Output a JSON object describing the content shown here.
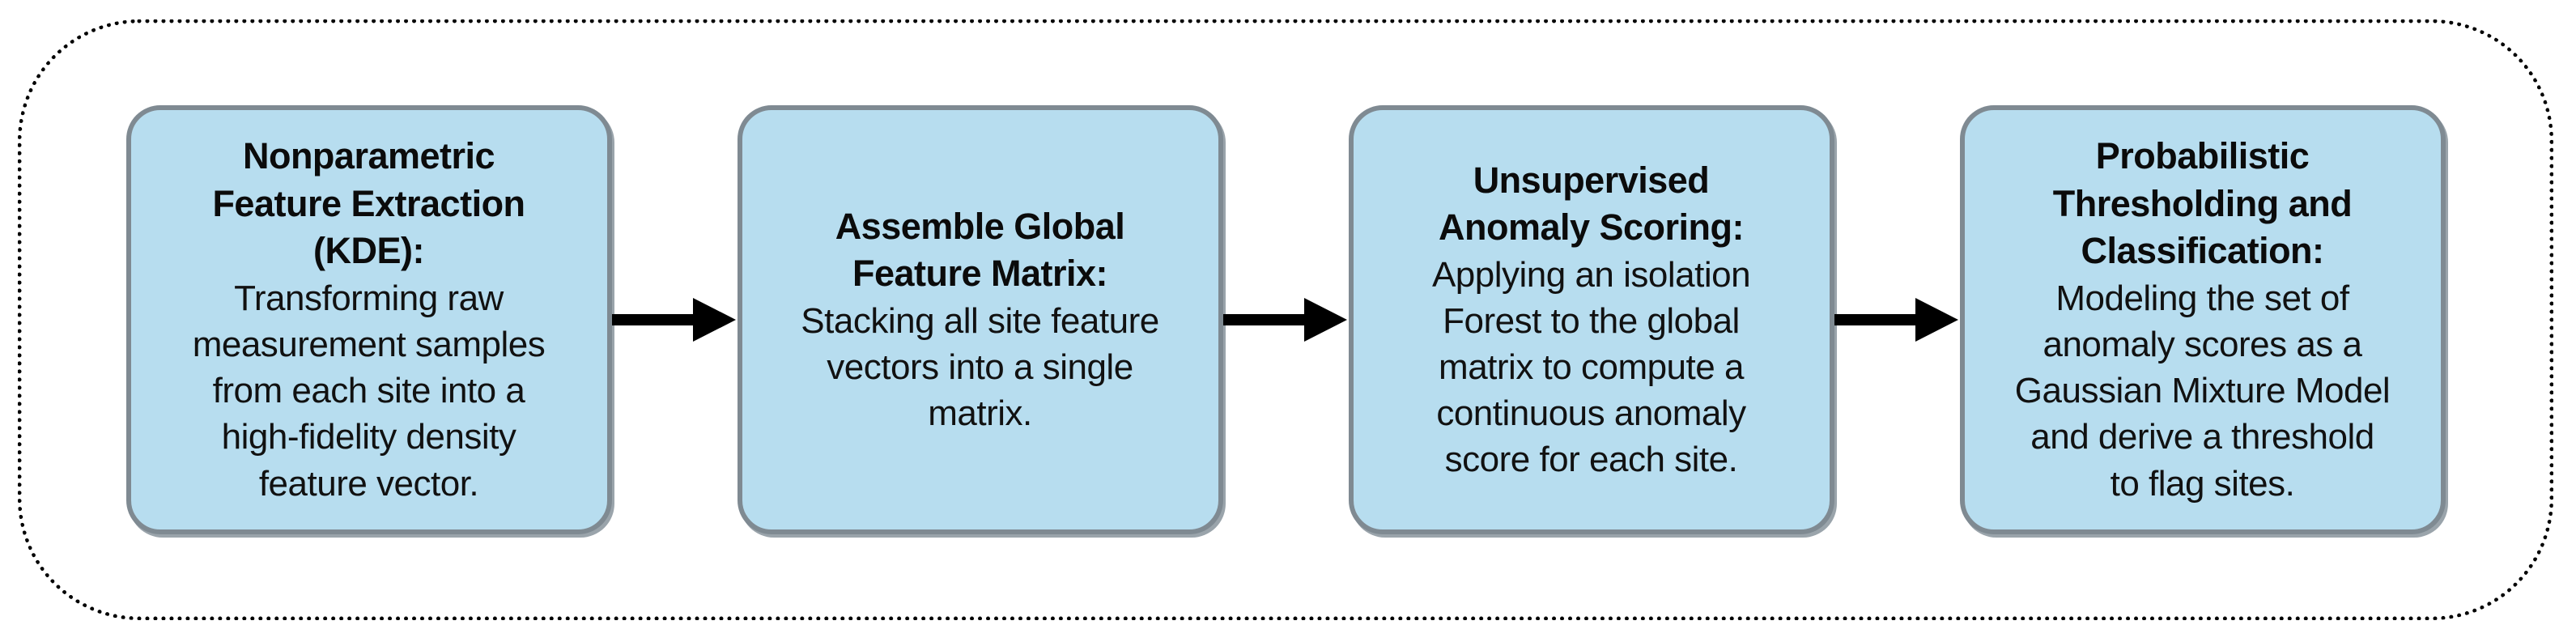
{
  "diagram": {
    "type": "flowchart-pipeline",
    "background_color": "#ffffff",
    "outline_color": "#000000",
    "box_fill_color": "#b7ddef",
    "box_border_color": "#7f8a92",
    "arrow_color": "#000000",
    "steps": [
      {
        "title": "Nonparametric\nFeature Extraction\n(KDE):",
        "description": "Transforming raw\nmeasurement samples\nfrom each site into a\nhigh-fidelity density\nfeature vector."
      },
      {
        "title": "Assemble Global\nFeature Matrix:",
        "description": "Stacking all site feature\nvectors into a single\nmatrix."
      },
      {
        "title": "Unsupervised\nAnomaly Scoring:",
        "description": "Applying an isolation\nForest to the global\nmatrix to compute a\ncontinuous anomaly\nscore for each site."
      },
      {
        "title": "Probabilistic\nThresholding and\nClassification:",
        "description": "Modeling the set of\nanomaly scores as a\nGaussian Mixture Model\nand derive a threshold\nto flag sites."
      }
    ]
  }
}
